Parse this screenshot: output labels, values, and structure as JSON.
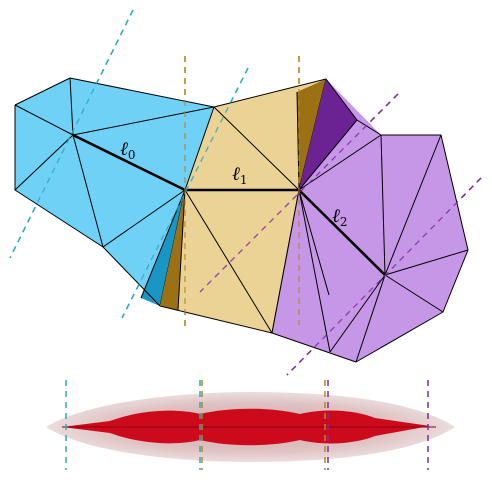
{
  "labels": [
    {
      "id": "l0",
      "base": "ℓ",
      "sub": "0"
    },
    {
      "id": "l1",
      "base": "ℓ",
      "sub": "1"
    },
    {
      "id": "l2",
      "base": "ℓ",
      "sub": "2"
    }
  ],
  "colors": {
    "cyan": "#6fd1f6",
    "cyan_dark": "#1a96c4",
    "tan": "#ebd295",
    "tan_dark": "#9b7114",
    "purple": "#c697e6",
    "purple_dark": "#6b2393",
    "red": "#cc0a1c",
    "band_pink": "#d8b4b4",
    "dash_teal": "#2aa9bf",
    "dash_gold": "#b68623",
    "dash_purple": "#7c2fa3"
  }
}
